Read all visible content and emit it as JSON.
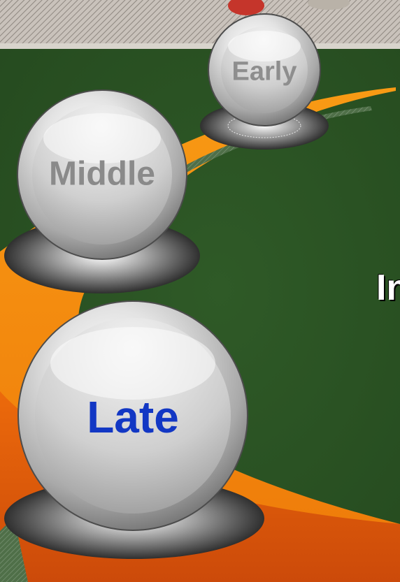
{
  "balls": {
    "early": {
      "label": "Early",
      "label_color": "#8e8e8e"
    },
    "middle": {
      "label": "Middle",
      "label_color": "#8a8a8a"
    },
    "late": {
      "label": "Late",
      "label_color": "#1237c4"
    }
  },
  "cut_text": "In",
  "colors": {
    "background": "#2b5024",
    "track": "#f7940f",
    "dark_band": "#d44d0c"
  }
}
